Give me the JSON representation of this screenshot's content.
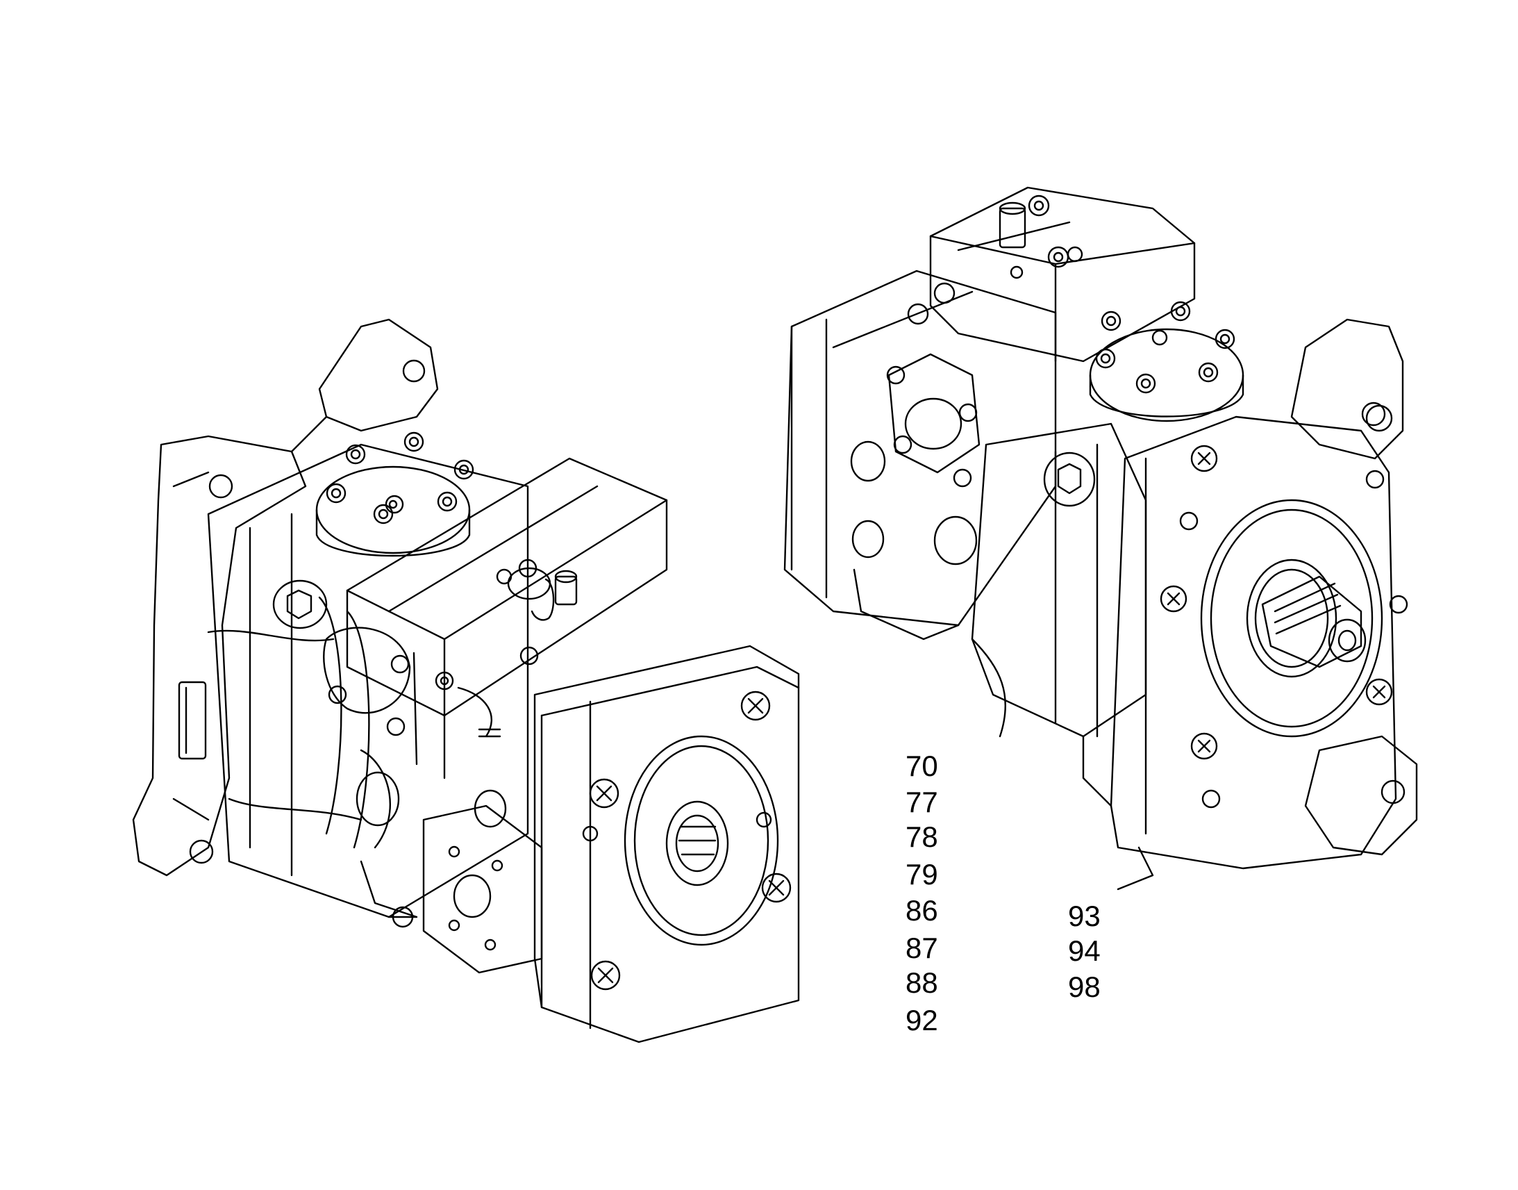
{
  "callouts": {
    "column_a": [
      "70",
      "77",
      "78",
      "79",
      "86",
      "87",
      "88",
      "92"
    ],
    "column_b": [
      "93",
      "94",
      "98"
    ]
  },
  "colors": {
    "line": "#000000",
    "background": "#ffffff"
  }
}
